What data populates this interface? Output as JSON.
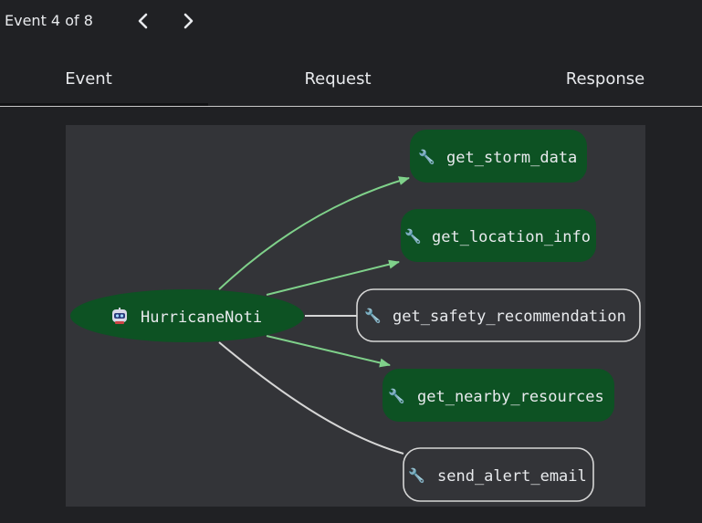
{
  "header": {
    "event_counter": "Event 4 of 8",
    "prev_icon": "chevron-left-icon",
    "next_icon": "chevron-right-icon"
  },
  "tabs": [
    {
      "label": "Event",
      "active": true
    },
    {
      "label": "Request",
      "active": false
    },
    {
      "label": "Response",
      "active": false
    }
  ],
  "graph": {
    "agent": {
      "label": "HurricaneNoti",
      "icon": "robot-icon"
    },
    "tools": [
      {
        "label": "get_storm_data",
        "active": true,
        "icon": "wrench-icon"
      },
      {
        "label": "get_location_info",
        "active": true,
        "icon": "wrench-icon"
      },
      {
        "label": "get_safety_recommendation",
        "active": false,
        "icon": "wrench-icon"
      },
      {
        "label": "get_nearby_resources",
        "active": true,
        "icon": "wrench-icon"
      },
      {
        "label": "send_alert_email",
        "active": false,
        "icon": "wrench-icon"
      }
    ],
    "colors": {
      "active_fill": "#0d5223",
      "active_edge": "#7fd18a",
      "inactive_edge": "#d6d6d6",
      "panel_bg": "#333438"
    }
  }
}
